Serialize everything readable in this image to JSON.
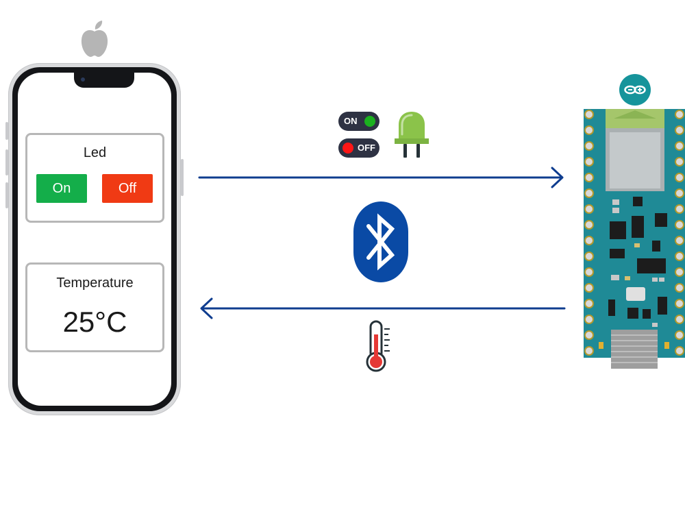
{
  "phone": {
    "led_card": {
      "title": "Led",
      "on_label": "On",
      "off_label": "Off"
    },
    "temperature_card": {
      "title": "Temperature",
      "value": "25°C"
    }
  },
  "toggles": {
    "on_label": "ON",
    "off_label": "OFF"
  },
  "icons": {
    "platform": "apple-logo",
    "led": "led-icon",
    "wireless": "bluetooth-icon",
    "sensor": "thermometer-icon",
    "board_brand": "arduino-logo",
    "board": "arduino-nano-board"
  },
  "colors": {
    "on_button": "#14ae4a",
    "off_button": "#f03a14",
    "arrow": "#0f3d8f",
    "bluetooth": "#0a4aa5",
    "led": "#8bc34a",
    "board": "#1f8a96",
    "thermometer": "#e53935"
  }
}
